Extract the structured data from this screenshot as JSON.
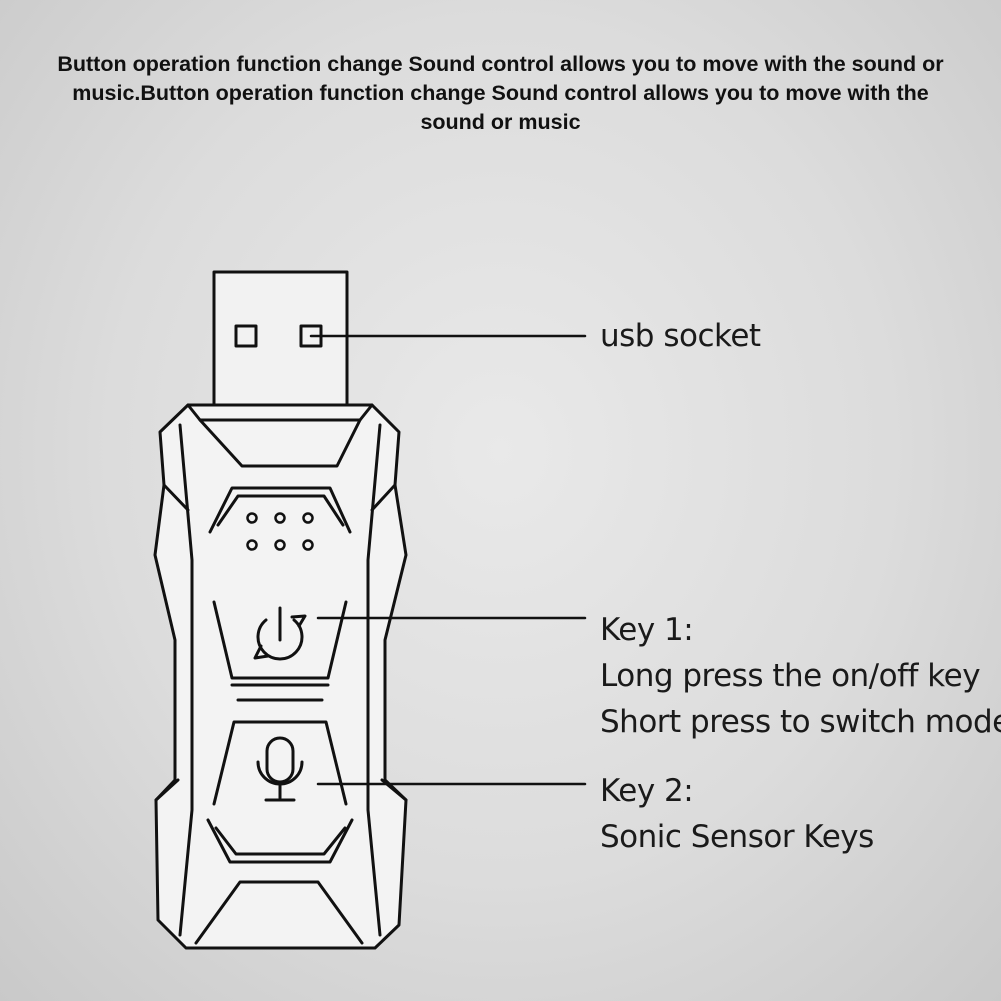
{
  "header": {
    "text": "Button operation function change Sound control allows you to move with the sound or music.Button operation function change Sound control allows you to move with the sound or music"
  },
  "callouts": {
    "usb": {
      "label": "usb socket"
    },
    "key1": {
      "title": "Key 1:",
      "line1": "Long press the on/off key",
      "line2": "Short press to switch mode"
    },
    "key2": {
      "title": "Key 2:",
      "line1": "Sonic Sensor Keys"
    }
  },
  "icons": {
    "power": "power-cycle-icon",
    "mic": "microphone-icon",
    "speaker": "speaker-holes-icon"
  },
  "colors": {
    "line": "#111111",
    "background": "#dcdcdc"
  }
}
